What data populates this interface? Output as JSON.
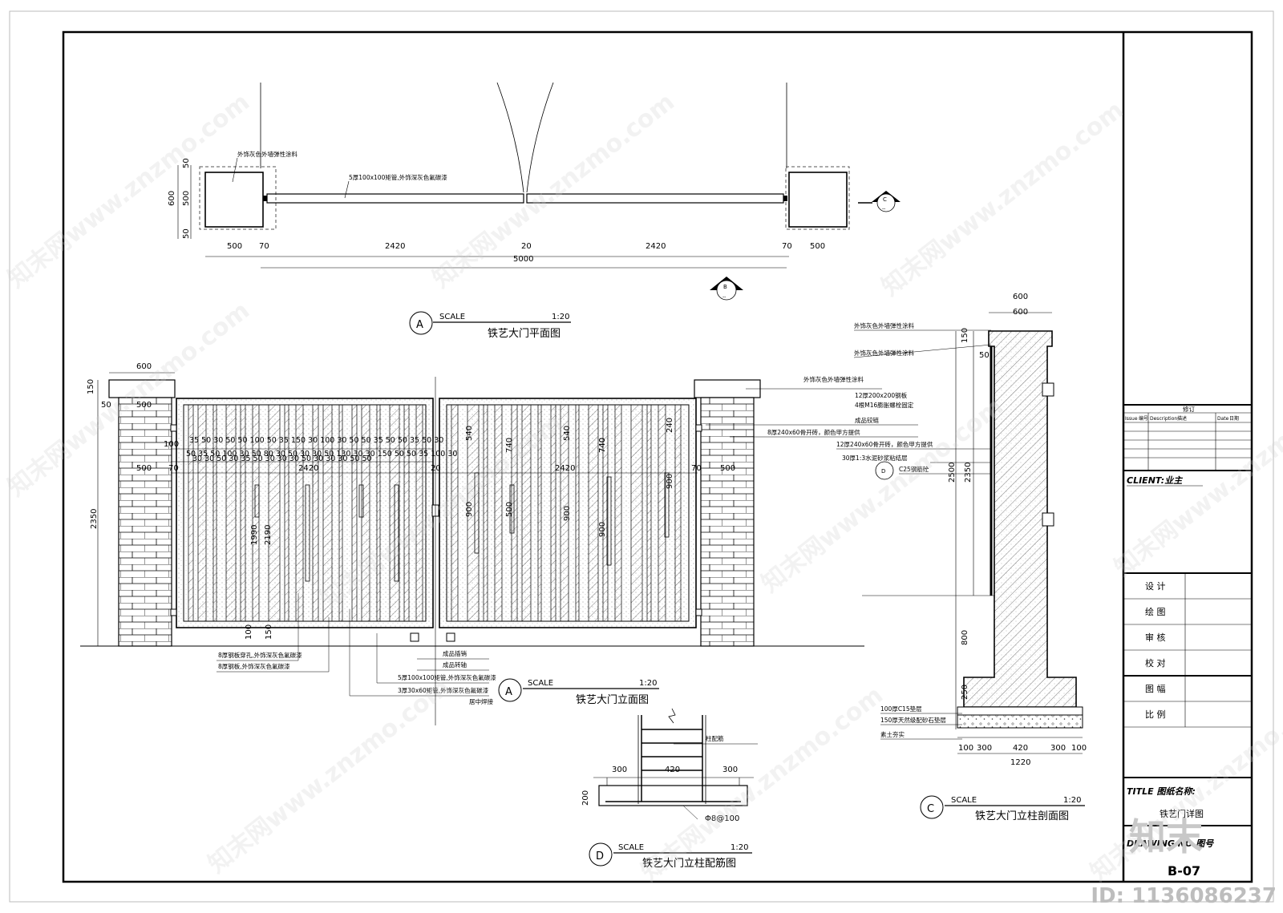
{
  "plan": {
    "letter": "A",
    "scale_label": "SCALE",
    "scale_ratio": "1:20",
    "title": "铁艺大门平面图",
    "note_post": "外饰灰色外墙弹性涂料",
    "note_beam": "5厚100x100矩管,外饰深灰色氟碳漆",
    "dims": [
      "500",
      "70",
      "2420",
      "20",
      "2420",
      "70",
      "500",
      "5000",
      "600",
      "50",
      "500",
      "50"
    ],
    "section_c": "C",
    "section_b": "B",
    "dash": "--"
  },
  "elevation": {
    "letter": "A",
    "scale_label": "SCALE",
    "scale_ratio": "1:20",
    "title": "铁艺大门立面图",
    "dims_top": [
      "600",
      "150",
      "50",
      "500",
      "500",
      "70",
      "2420",
      "20",
      "2420",
      "70",
      "500",
      "2350",
      "100",
      "150"
    ],
    "bar_widths_row1": "35 50 30   50 50   100  50 35 150  30 100 30 50   50 35 50 50 35 50 30",
    "bar_widths_row2": "50 35 50   100 30 50   80 30 50 30  30 50 130 30 30  150 50 50 35 100 30",
    "bar_widths_row3": "30  30 50   30   35 50 30   30 30 50  30  30  30 50 50",
    "heights": [
      "1990",
      "2190",
      "540",
      "740",
      "900",
      "900",
      "500",
      "740",
      "540",
      "740",
      "900",
      "900",
      "240"
    ],
    "notes": [
      "外饰灰色外墙弹性涂料",
      "12厚200x200钢板",
      "4根M16膨胀螺栓固定",
      "成品铰链",
      "8厚240x60骨开砖，颜色甲方提供",
      "8厚钢板穿孔,外饰深灰色氟碳漆",
      "8厚钢板,外饰深灰色氟碳漆",
      "成品插销",
      "成品转轴",
      "5厚100x100矩管,外饰深灰色氟碳漆",
      "3厚30x60矩管,外饰深灰色氟碳漆",
      "居中焊接"
    ]
  },
  "section": {
    "letter": "C",
    "scale_label": "SCALE",
    "scale_ratio": "1:20",
    "title": "铁艺大门立柱剖面图",
    "dims": [
      "600",
      "600",
      "150",
      "50",
      "2500",
      "2350",
      "800",
      "250",
      "100",
      "300",
      "420",
      "300",
      "100",
      "1220"
    ],
    "notes": [
      "外饰灰色外墙弹性涂料",
      "外饰灰色外墙弹性涂料",
      "12厚240x60骨开砖，颜色甲方提供",
      "30厚1:3水泥砂浆粘结层",
      "C25钢筋砼",
      "100厚C15垫层",
      "150厚天然级配砂石垫层",
      "素土夯实"
    ],
    "marker": "D"
  },
  "rebar": {
    "letter": "D",
    "scale_label": "SCALE",
    "scale_ratio": "1:20",
    "title": "铁艺大门立柱配筋图",
    "dims": [
      "300",
      "420",
      "300",
      "200"
    ],
    "notes": [
      "柱配筋",
      "Φ8@100"
    ]
  },
  "title_block": {
    "revision_header": "修订",
    "rev_cols": [
      "Issue",
      "编号",
      "Description",
      "描述",
      "Date",
      "日期"
    ],
    "client_label": "CLIENT:业主",
    "roles": [
      "设  计",
      "绘  图",
      "审  核",
      "校  对",
      "图  幅",
      "比  例"
    ],
    "title_label": "TITLE 图纸名称:",
    "drawing_title": "铁艺门详图",
    "drawing_no_label": "DRAWING NO.图号",
    "drawing_no": "B-07"
  },
  "watermark": {
    "text": "知末网www.znzmo.com",
    "logo": "知末",
    "id": "ID: 1136086237"
  }
}
